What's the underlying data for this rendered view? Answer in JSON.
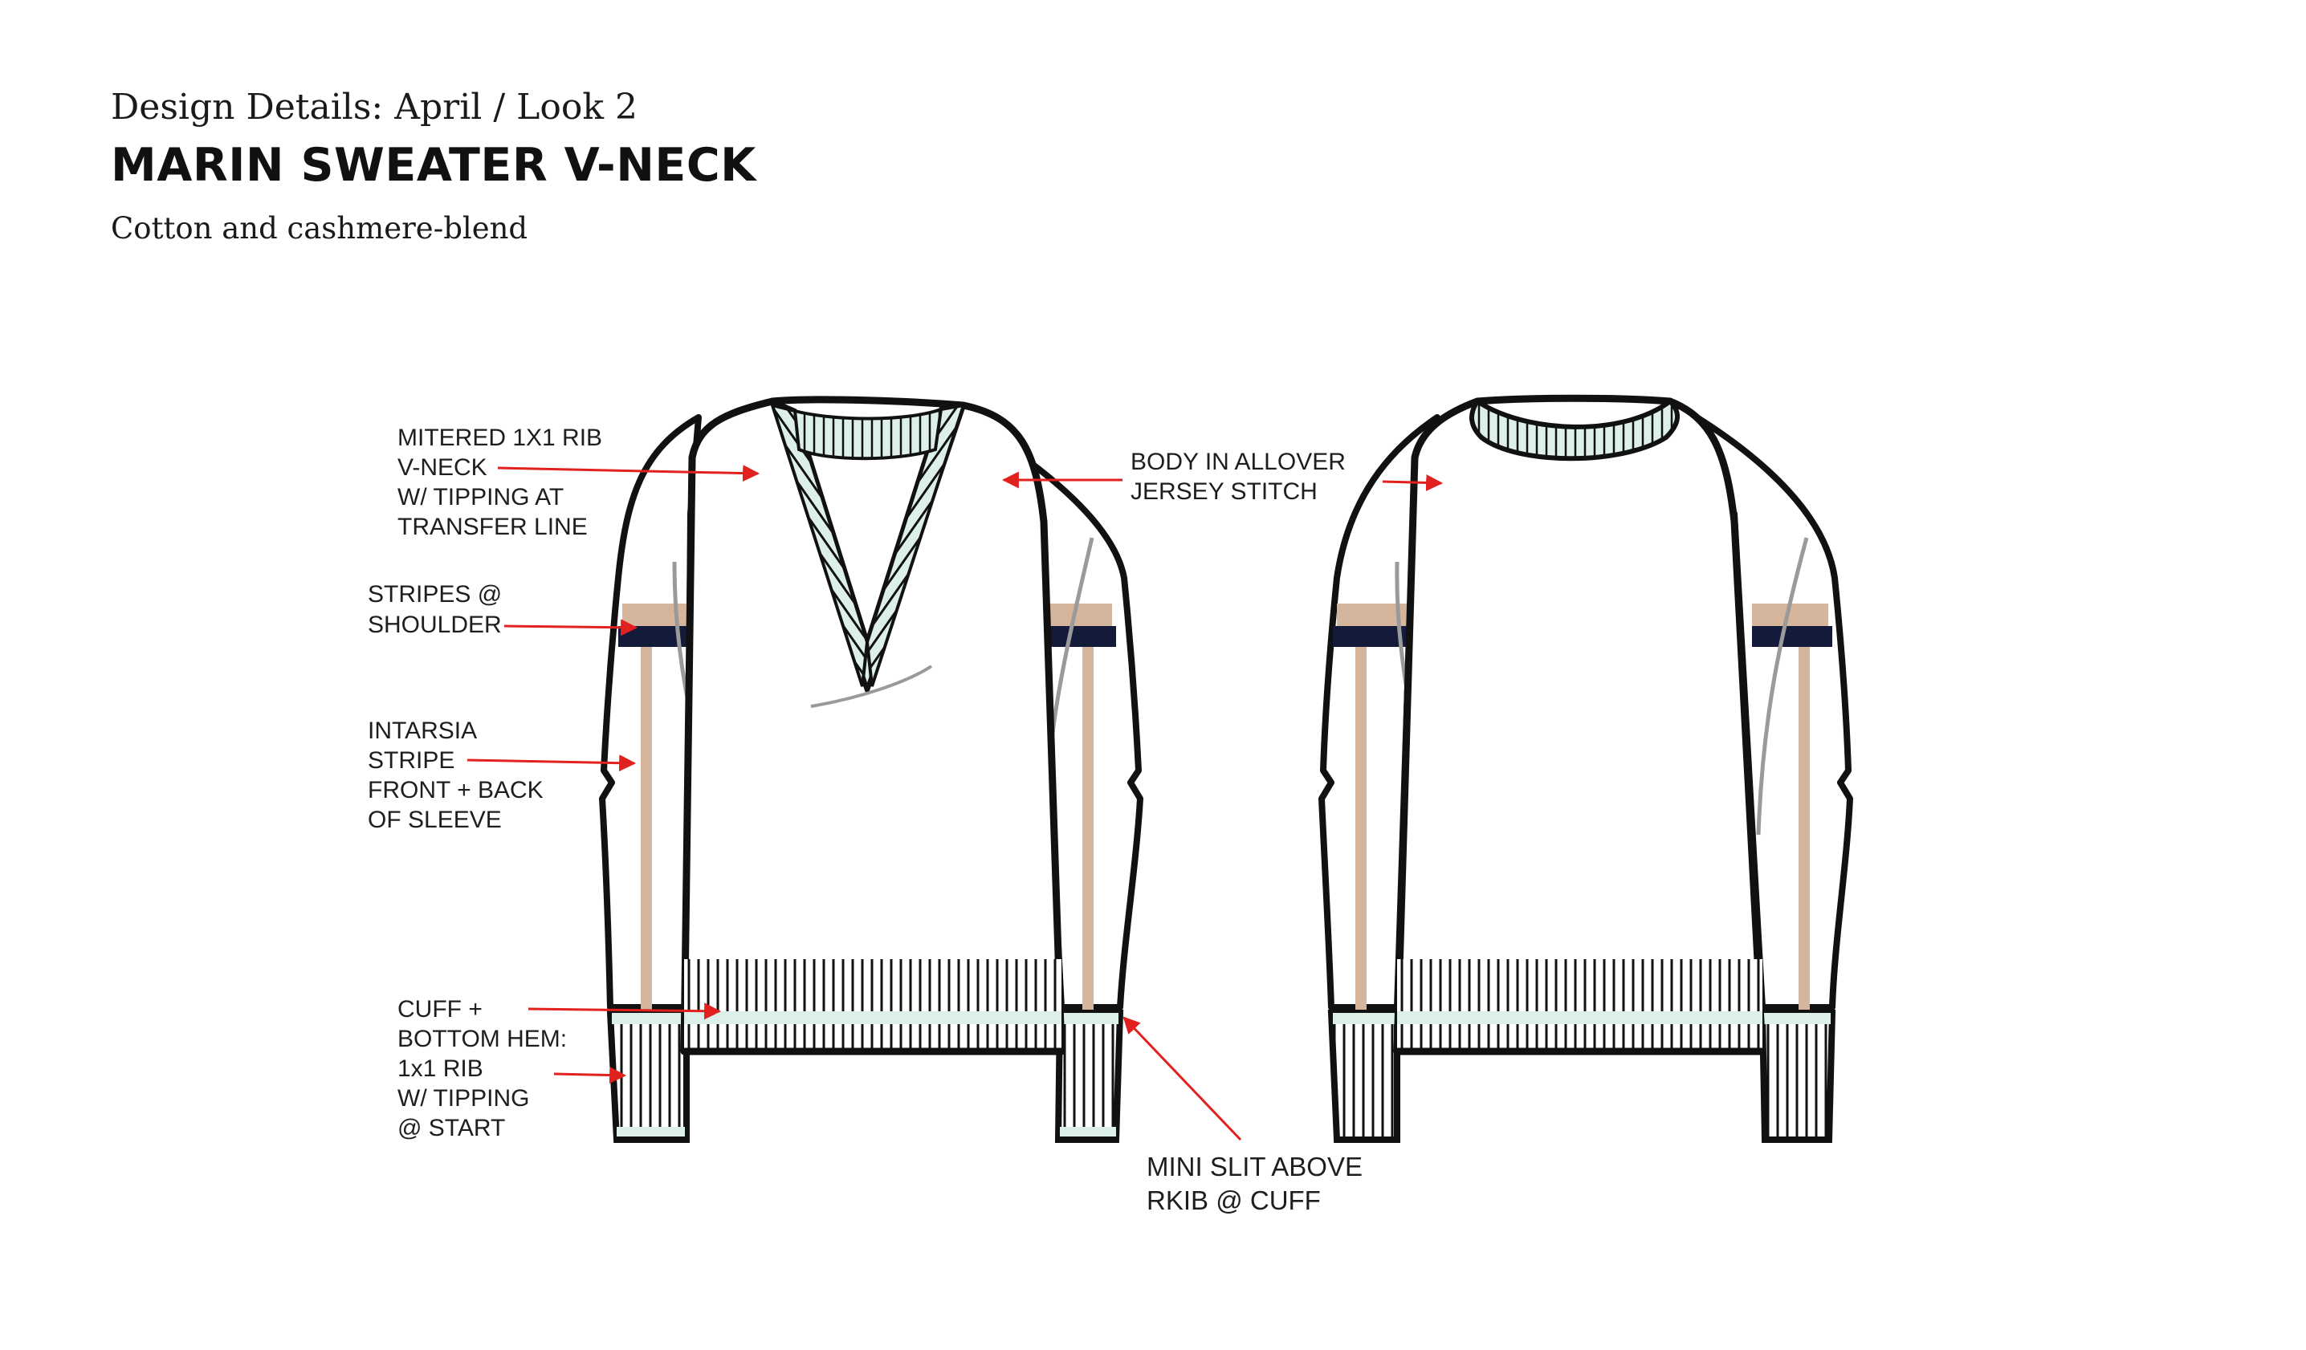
{
  "header": {
    "kicker": "Design Details: April / Look 2",
    "title": "MARIN SWEATER V-NECK",
    "subtitle": "Cotton and cashmere-blend"
  },
  "colors": {
    "outline": "#111111",
    "rib_tipping": "#dcefe9",
    "shoulder_stripe_tan": "#d5b59c",
    "shoulder_stripe_navy": "#141a3a",
    "intarsia_stripe": "#d5b59c",
    "arrow": "#e0211e",
    "fold_shadow": "#9a9a9a"
  },
  "callouts": {
    "vneck": [
      "MITERED 1X1 RIB",
      "V-NECK",
      "W/ TIPPING AT",
      "TRANSFER LINE"
    ],
    "shoulder": [
      "STRIPES @",
      "SHOULDER"
    ],
    "intarsia": [
      "INTARSIA",
      "STRIPE",
      "FRONT + BACK",
      "OF SLEEVE"
    ],
    "cuff": [
      "CUFF +",
      "BOTTOM HEM:",
      "1x1 RIB",
      "W/ TIPPING",
      "@ START"
    ],
    "body": [
      "BODY IN ALLOVER",
      "JERSEY STITCH"
    ],
    "slit": [
      "MINI SLIT ABOVE",
      "RKIB @ CUFF"
    ]
  },
  "views": [
    {
      "name": "front"
    },
    {
      "name": "back"
    }
  ]
}
